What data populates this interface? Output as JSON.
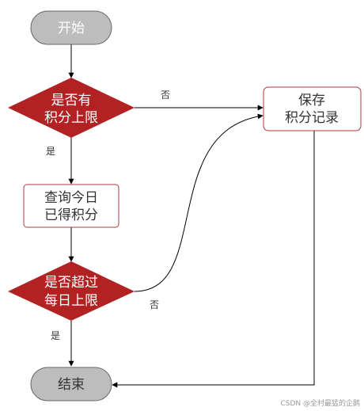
{
  "nodes": {
    "start": {
      "label": "开始"
    },
    "decision1": {
      "line1": "是否有",
      "line2": "积分上限"
    },
    "save": {
      "line1": "保存",
      "line2": "积分记录"
    },
    "query": {
      "line1": "查询今日",
      "line2": "已得积分"
    },
    "decision2": {
      "line1": "是否超过",
      "line2": "每日上限"
    },
    "end": {
      "label": "结束"
    }
  },
  "edges": {
    "d1_no": "否",
    "d1_yes": "是",
    "d2_no": "否",
    "d2_yes": "是"
  },
  "watermark": "CSDN @全村最猛的企鹅",
  "colors": {
    "terminal_fill": "#bdbdbd",
    "decision_fill": "#b22222",
    "process_border": "#b23a3a",
    "line": "#000000"
  }
}
